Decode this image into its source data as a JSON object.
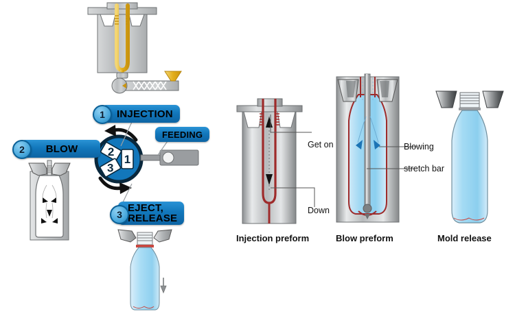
{
  "diagram": {
    "title_hidden": "",
    "background": "#ffffff",
    "accent_blue": "#1277bb",
    "badge_blue": "#4aa9dd",
    "preform_red": "#9e2b2b",
    "bottle_blue": "#a9ddf5",
    "metal_gray": "#b9bcbe",
    "melt_gold": "#e8b51f"
  },
  "left_cycle": {
    "steps": [
      {
        "number": "1",
        "label": "INJECTION"
      },
      {
        "number": "2",
        "label": "BLOW"
      },
      {
        "number": "3",
        "label_line1": "EJECT,",
        "label_line2": "RELEASE"
      }
    ],
    "feeding_label": "FEEDING",
    "wheel_positions": [
      "1",
      "2",
      "3"
    ]
  },
  "right_stages": [
    {
      "caption": "Injection preform",
      "annotations": [
        {
          "name": "get-on",
          "text": "Get on"
        },
        {
          "name": "down",
          "text": "Down"
        }
      ]
    },
    {
      "caption": "Blow preform",
      "annotations": [
        {
          "name": "blowing",
          "text": "Blowing"
        },
        {
          "name": "stretch-bar",
          "text": "stretch bar"
        }
      ]
    },
    {
      "caption": "Mold release",
      "annotations": []
    }
  ],
  "icons": {
    "hopper": "funnel-icon",
    "screw": "screw-barrel-icon",
    "mold": "mold-icon",
    "bottle": "bottle-icon",
    "rotation_arrow": "curved-arrow-icon",
    "flow_arrow": "arrow-icon"
  }
}
